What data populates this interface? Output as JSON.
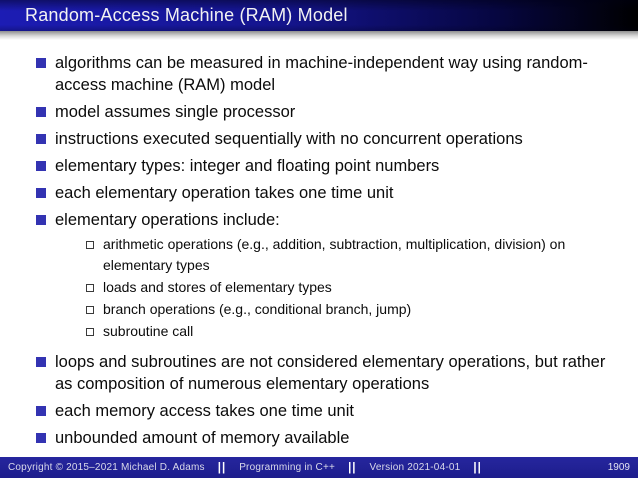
{
  "header": {
    "title": "Random-Access Machine (RAM) Model"
  },
  "bullets": [
    {
      "text": "algorithms can be measured in machine-independent way using random-access machine (RAM) model"
    },
    {
      "text": "model assumes single processor"
    },
    {
      "text": "instructions executed sequentially with no concurrent operations"
    },
    {
      "text": "elementary types: integer and floating point numbers"
    },
    {
      "text": "each elementary operation takes one time unit"
    },
    {
      "text": "elementary operations include:",
      "subitems": [
        {
          "text": "arithmetic operations (e.g., addition, subtraction, multiplication, division) on elementary types"
        },
        {
          "text": "loads and stores of elementary types"
        },
        {
          "text": "branch operations (e.g., conditional branch, jump)"
        },
        {
          "text": "subroutine call"
        }
      ]
    },
    {
      "text": "loops and subroutines are not considered elementary operations, but rather as composition of numerous elementary operations"
    },
    {
      "text": "each memory access takes one time unit"
    },
    {
      "text": "unbounded amount of memory available"
    }
  ],
  "footer": {
    "copyright": "Copyright © 2015–2021 Michael D. Adams",
    "course": "Programming in C++",
    "version": "Version 2021-04-01",
    "separator": "||",
    "page": "1909"
  },
  "colors": {
    "title_bar_left": "#1c1cb4",
    "title_bar_right": "#000000",
    "title_text": "#f2f2f2",
    "bullet_square": "#3333b2",
    "footer_background": "#1d1d8c",
    "body_text": "#0b0b0b"
  }
}
